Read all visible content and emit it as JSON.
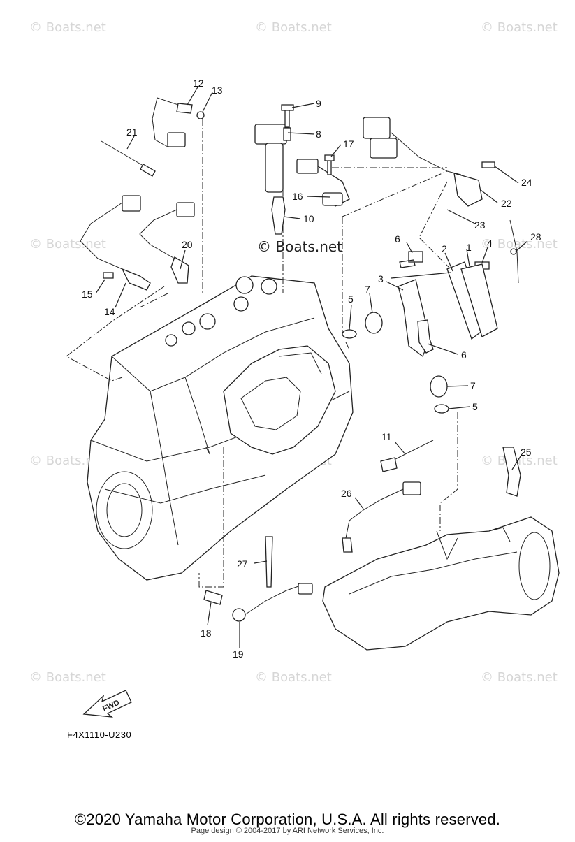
{
  "watermark_text": "© Boats.net",
  "center_watermark": "© Boats.net",
  "diagram_code": "F4X1110-U230",
  "fwd_label": "FWD",
  "copyright": "©2020 Yamaha Motor Corporation, U.S.A. All rights reserved.",
  "page_design": "Page design © 2004-2017 by ARI Network Services, Inc.",
  "callouts": [
    "1",
    "2",
    "3",
    "4",
    "5",
    "5",
    "6",
    "6",
    "7",
    "7",
    "8",
    "9",
    "10",
    "11",
    "12",
    "13",
    "14",
    "15",
    "16",
    "17",
    "18",
    "19",
    "20",
    "21",
    "22",
    "23",
    "24",
    "25",
    "26",
    "27",
    "28"
  ]
}
